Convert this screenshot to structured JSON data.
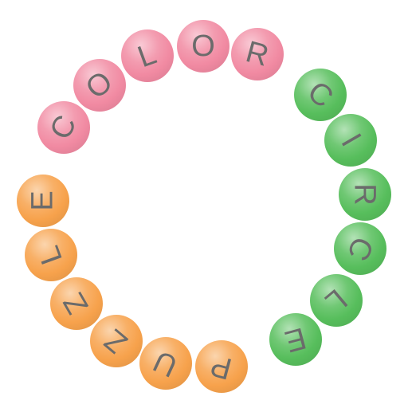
{
  "colors": {
    "pink": "#f18aa2",
    "green": "#57be5c",
    "orange": "#f7a24c"
  },
  "balls": [
    {
      "word": "COLOR",
      "letter": "C",
      "color": "pink"
    },
    {
      "word": "COLOR",
      "letter": "O",
      "color": "pink"
    },
    {
      "word": "COLOR",
      "letter": "L",
      "color": "pink"
    },
    {
      "word": "COLOR",
      "letter": "O",
      "color": "pink"
    },
    {
      "word": "COLOR",
      "letter": "R",
      "color": "pink"
    },
    {
      "word": "CIRCLE",
      "letter": "C",
      "color": "green"
    },
    {
      "word": "CIRCLE",
      "letter": "I",
      "color": "green"
    },
    {
      "word": "CIRCLE",
      "letter": "R",
      "color": "green"
    },
    {
      "word": "CIRCLE",
      "letter": "C",
      "color": "green"
    },
    {
      "word": "CIRCLE",
      "letter": "L",
      "color": "green"
    },
    {
      "word": "CIRCLE",
      "letter": "E",
      "color": "green"
    },
    {
      "word": "PUZZLE",
      "letter": "P",
      "color": "orange"
    },
    {
      "word": "PUZZLE",
      "letter": "U",
      "color": "orange"
    },
    {
      "word": "PUZZLE",
      "letter": "Z",
      "color": "orange"
    },
    {
      "word": "PUZZLE",
      "letter": "Z",
      "color": "orange"
    },
    {
      "word": "PUZZLE",
      "letter": "L",
      "color": "orange"
    },
    {
      "word": "PUZZLE",
      "letter": "E",
      "color": "orange"
    }
  ]
}
